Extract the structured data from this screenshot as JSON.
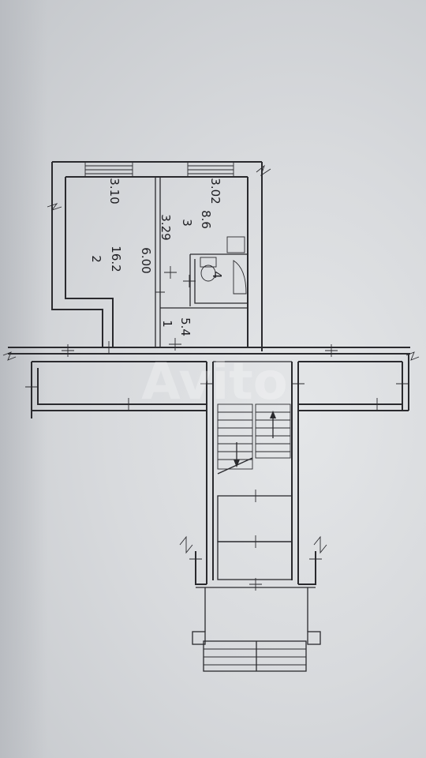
{
  "plan": {
    "rooms": [
      {
        "number": "1",
        "area": "5.4"
      },
      {
        "number": "2",
        "area": "16.2"
      },
      {
        "number": "3",
        "area": "8.6"
      },
      {
        "number": "4"
      }
    ],
    "dimensions": {
      "room2_width": "3.10",
      "room3_width": "3.02",
      "room2_length": "6.00",
      "room3_length": "3.29"
    },
    "watermark": "Avito"
  }
}
